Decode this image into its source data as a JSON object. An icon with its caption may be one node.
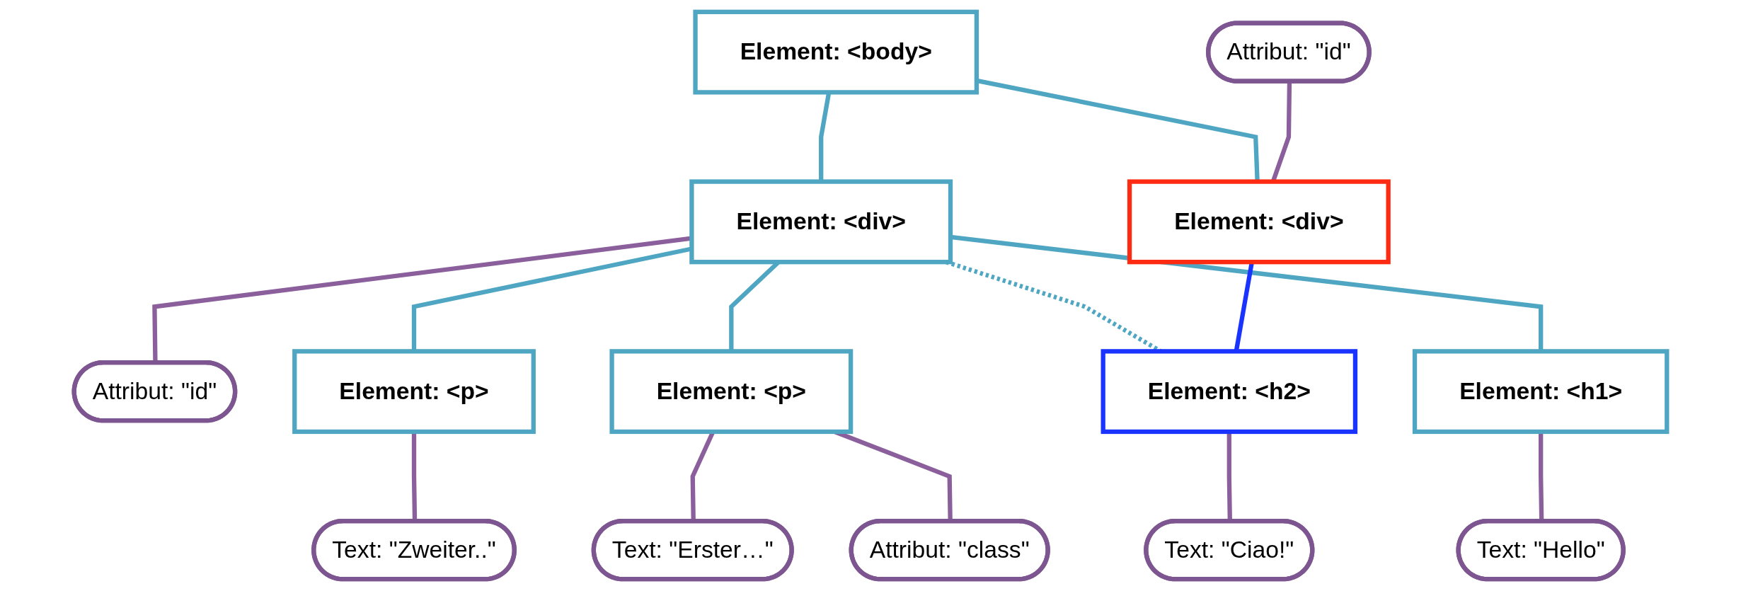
{
  "diagram": {
    "nodes": [
      {
        "text": [
          "Element: <body>"
        ]
      },
      {
        "text": [
          "Attribut: \"id\""
        ]
      },
      {
        "text": [
          "Element: <div>"
        ]
      },
      {
        "text": [
          "Element: <div>"
        ]
      },
      {
        "text": [
          "Attribut: \"id\""
        ]
      },
      {
        "text": [
          "Element: <h1>"
        ]
      },
      {
        "text": [
          "Element: <p>"
        ]
      },
      {
        "text": [
          "Element: <p>"
        ]
      },
      {
        "text": [
          "Element: <h2>"
        ]
      },
      {
        "text": [
          "Text: \"Hello\""
        ]
      },
      {
        "text": [
          "Attribut: \"class\""
        ]
      },
      {
        "text": [
          "Text: \"Erster…\""
        ]
      },
      {
        "text": [
          "Text: \"Zweiter..\""
        ]
      },
      {
        "text": [
          "Text: \"Ciao!\""
        ]
      }
    ],
    "edges": [
      {
        "from": 0,
        "to": 2,
        "arrow": "none",
        "color": "#4fa6c2"
      },
      {
        "from": 0,
        "to": 3,
        "arrow": "none",
        "color": "#4fa6c2"
      },
      {
        "from": 1,
        "to": 2,
        "arrow": "none"
      },
      {
        "from": 3,
        "to": 4,
        "arrow": "none"
      },
      {
        "from": 3,
        "to": 5,
        "arrow": "none",
        "color": "#4fa6c2"
      },
      {
        "from": 3,
        "to": 6,
        "arrow": "none",
        "color": "#4fa6c2"
      },
      {
        "from": 3,
        "to": 7,
        "arrow": "none",
        "color": "#4fa6c2"
      },
      {
        "from": 3,
        "to": 8,
        "arrow": "none",
        "style": "dashed",
        "color": "#4fa6c2"
      },
      {
        "from": 5,
        "to": 9,
        "arrow": "none"
      },
      {
        "from": 6,
        "to": 10,
        "arrow": "none"
      },
      {
        "from": 6,
        "to": 11,
        "arrow": "none"
      },
      {
        "from": 7,
        "to": 12,
        "arrow": "none"
      },
      {
        "from": 8,
        "to": 13,
        "arrow": "none"
      },
      {
        "from": 2,
        "to": 8,
        "arrow": "none",
        "color": "#1a33ff"
      }
    ]
  }
}
